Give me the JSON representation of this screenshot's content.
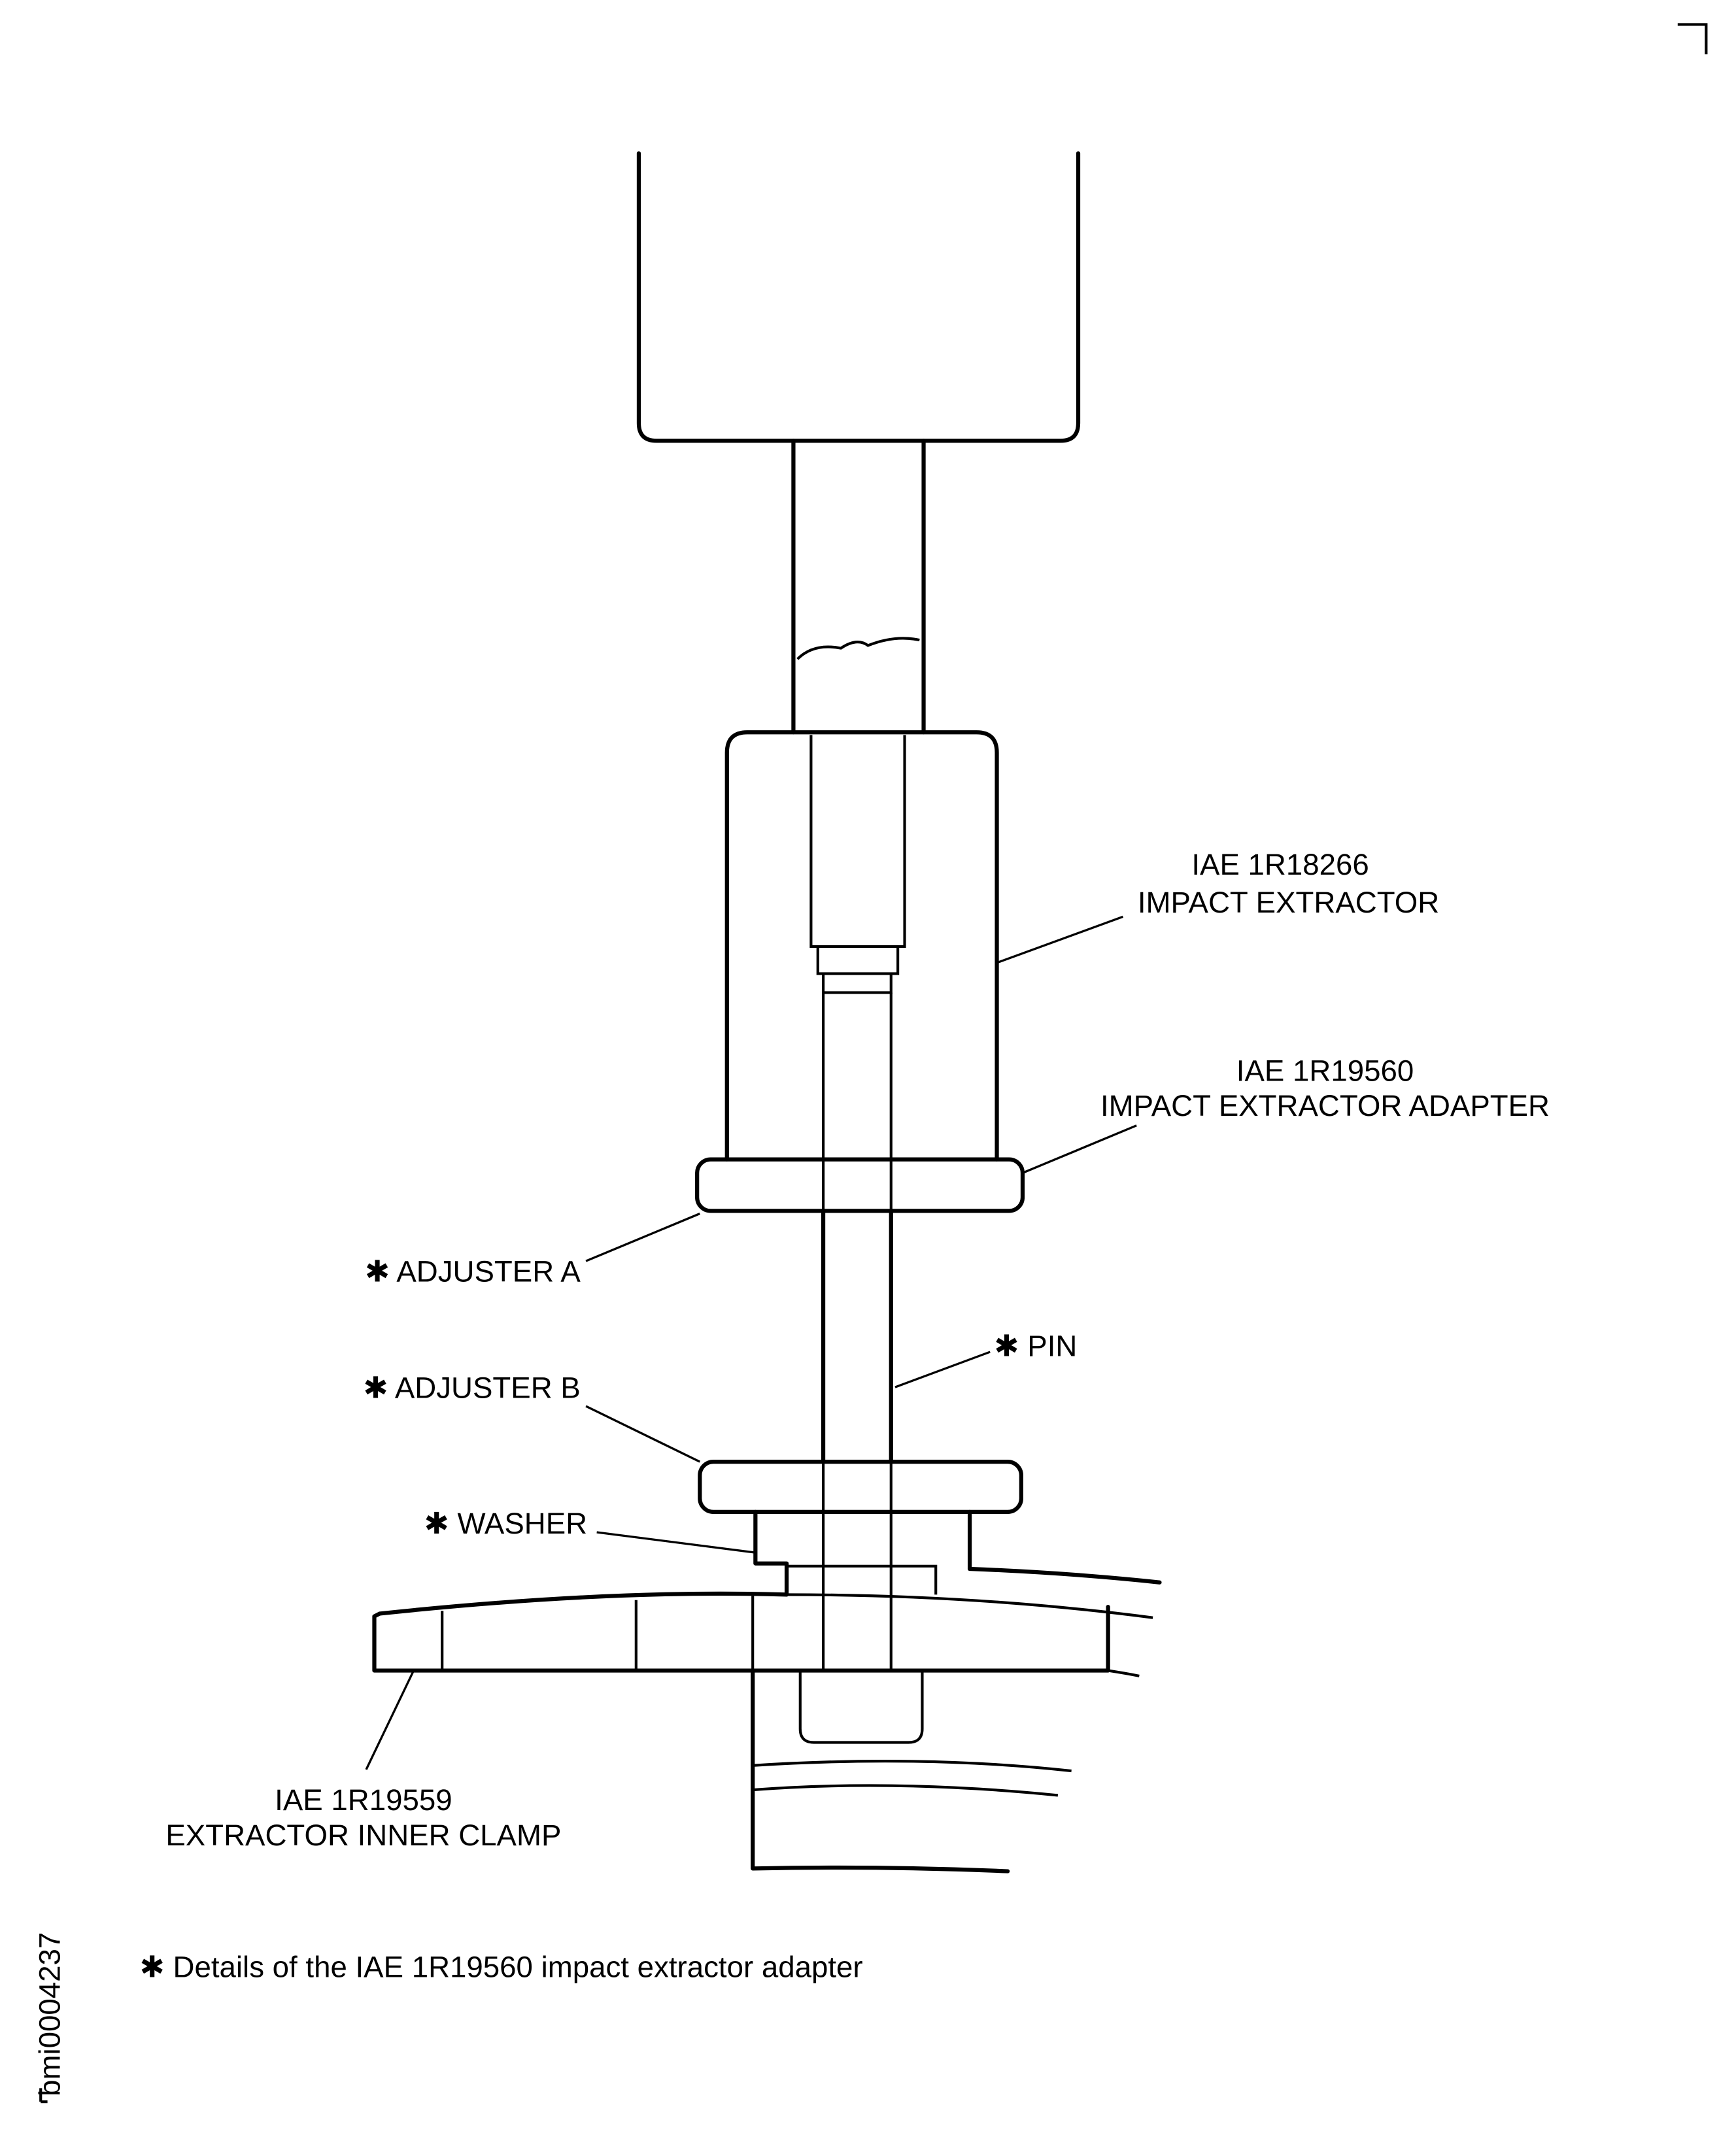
{
  "labels": {
    "impact_extractor": {
      "part_no": "IAE 1R18266",
      "name": "IMPACT EXTRACTOR"
    },
    "impact_extractor_adapter": {
      "part_no": "IAE 1R19560",
      "name": "IMPACT EXTRACTOR ADAPTER"
    },
    "adjuster_a": "✱ ADJUSTER A",
    "adjuster_b": "✱ ADJUSTER B",
    "pin": "✱ PIN",
    "washer": "✱ WASHER",
    "extractor_inner_clamp": {
      "part_no": "IAE 1R19559",
      "name": "EXTRACTOR INNER CLAMP"
    }
  },
  "footnote": "✱ Details of the IAE 1R19560 impact extractor adapter",
  "figure_id": "bmi0004237"
}
